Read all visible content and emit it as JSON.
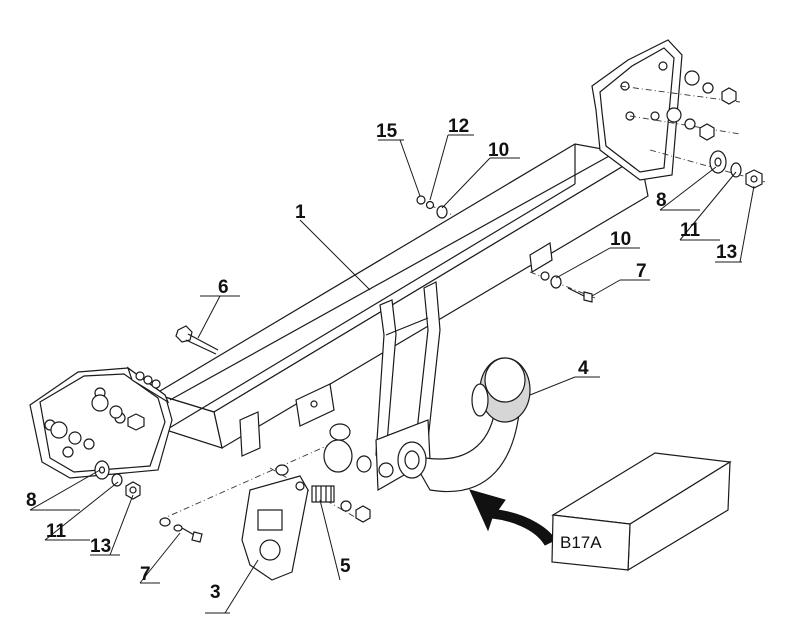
{
  "diagram": {
    "callouts": {
      "c1": "1",
      "c3": "3",
      "c4": "4",
      "c5": "5",
      "c6": "6",
      "c7_right": "7",
      "c7_left": "7",
      "c8_left": "8",
      "c8_right": "8",
      "c10_top": "10",
      "c10_mid": "10",
      "c11_left": "11",
      "c11_right": "11",
      "c12": "12",
      "c13_left": "13",
      "c13_right": "13",
      "c15": "15"
    },
    "box_label": "B17A"
  }
}
